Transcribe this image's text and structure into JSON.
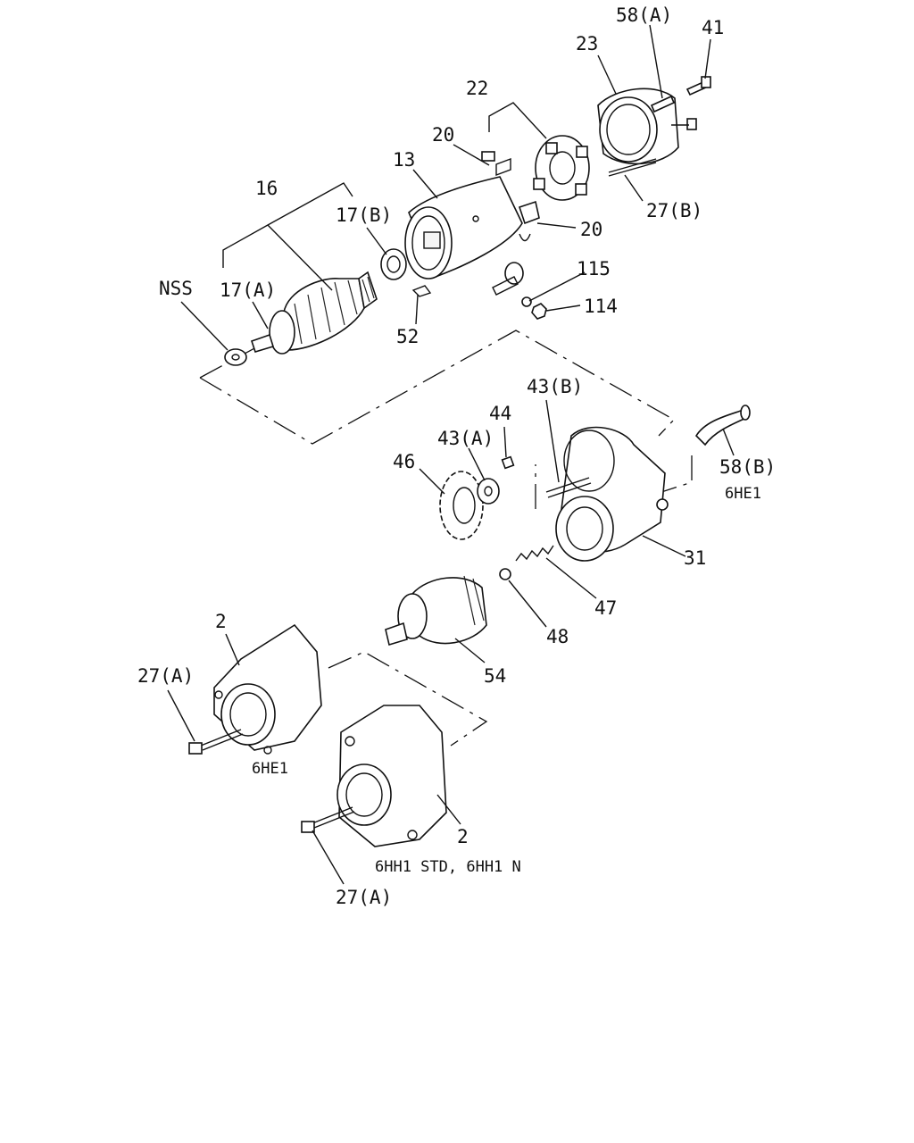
{
  "labels": {
    "l58a": "58(A)",
    "l41": "41",
    "l23": "23",
    "l22": "22",
    "l20a": "20",
    "l20b": "20",
    "l13": "13",
    "l27b": "27(B)",
    "l16": "16",
    "l17b": "17(B)",
    "l115": "115",
    "l114": "114",
    "lnss": "NSS",
    "l17a": "17(A)",
    "l52": "52",
    "l43b": "43(B)",
    "l44": "44",
    "l43a": "43(A)",
    "l46": "46",
    "l58b": "58(B)",
    "l31": "31",
    "l47": "47",
    "l48": "48",
    "l54": "54",
    "l2a": "2",
    "l27a1": "27(A)",
    "l2b": "2",
    "l27a2": "27(A)"
  },
  "notes": {
    "n_6he1_top": "6HE1",
    "n_6he1_bottom": "6HE1",
    "n_6hh1": "6HH1  STD, 6HH1  N"
  }
}
